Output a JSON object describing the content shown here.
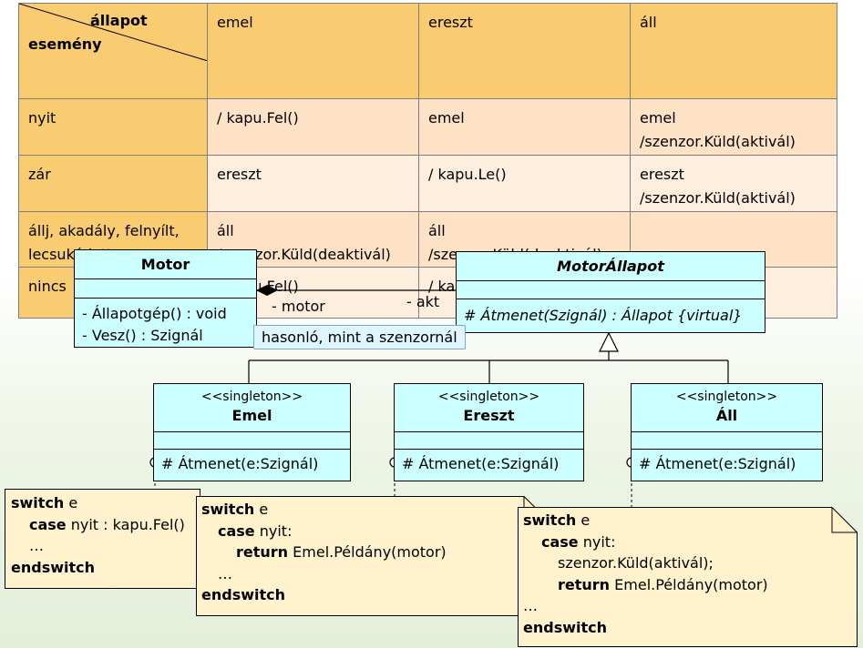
{
  "table": {
    "corner_state": "állapot",
    "corner_event": "esemény",
    "states": [
      "emel",
      "ereszt",
      "áll"
    ],
    "rows": [
      {
        "event": "nyit",
        "cells": [
          "/ kapu.Fel()",
          "emel",
          "emel\n/szenzor.Küld(aktivál)"
        ]
      },
      {
        "event": "zár",
        "cells": [
          "ereszt",
          "/ kapu.Le()",
          "ereszt\n/szenzor.Küld(aktivál)"
        ]
      },
      {
        "event": "állj, akadály, felnyílt,\nlecsukódott",
        "cells": [
          "áll\n/szenzor.Küld(deaktivál)",
          "áll\n/szenzor.Küld(deaktivál)",
          ""
        ]
      },
      {
        "event": "nincs",
        "cells": [
          "/ kapu.Fel()",
          "/ kapu.Le()",
          ""
        ]
      }
    ]
  },
  "motor": {
    "name": "Motor",
    "ops": [
      "- Állapotgép() : void",
      "- Vesz() : Szignál"
    ]
  },
  "motor_allapot": {
    "name": "MotorÁllapot",
    "ops": [
      "# Átmenet(Szignál) : Állapot {virtual}"
    ]
  },
  "association": {
    "role_motor": "- motor",
    "role_akt": "- akt"
  },
  "tooltip": "hasonló, mint a szenzornál",
  "subclasses": [
    {
      "stereotype": "<<singleton>>",
      "name": "Emel",
      "op": "# Átmenet(e:Szignál)"
    },
    {
      "stereotype": "<<singleton>>",
      "name": "Ereszt",
      "op": "# Átmenet(e:Szignál)"
    },
    {
      "stereotype": "<<singleton>>",
      "name": "Áll",
      "op": "# Átmenet(e:Szignál)"
    }
  ],
  "notes": {
    "emel": {
      "l1_kw": "switch",
      "l1_rest": " e",
      "l2_kw": "case",
      "l2_rest": " nyit : kapu.Fel()",
      "l3": "…",
      "l4_kw": "endswitch"
    },
    "ereszt": {
      "l1_kw": "switch",
      "l1_rest": " e",
      "l2_kw": "case",
      "l2_rest": " nyit:",
      "l3_kw": "return",
      "l3_rest": " Emel.Példány(motor)",
      "l4": "…",
      "l5_kw": "endswitch"
    },
    "all": {
      "l1_kw": "switch",
      "l1_rest": " e",
      "l2_kw": "case",
      "l2_rest": " nyit:",
      "l3": "szenzor.Küld(aktivál);",
      "l4_kw": "return",
      "l4_rest": " Emel.Példány(motor)",
      "l5": "…",
      "l6_kw": "endswitch"
    }
  },
  "colors": {
    "table_header": "#f9cc72",
    "table_cell_odd": "#fde2c6",
    "table_cell_even": "#feeedd",
    "class_fill": "#ccffff",
    "note_fill": "#fff2cc",
    "tooltip_fill": "#dff5ff"
  }
}
